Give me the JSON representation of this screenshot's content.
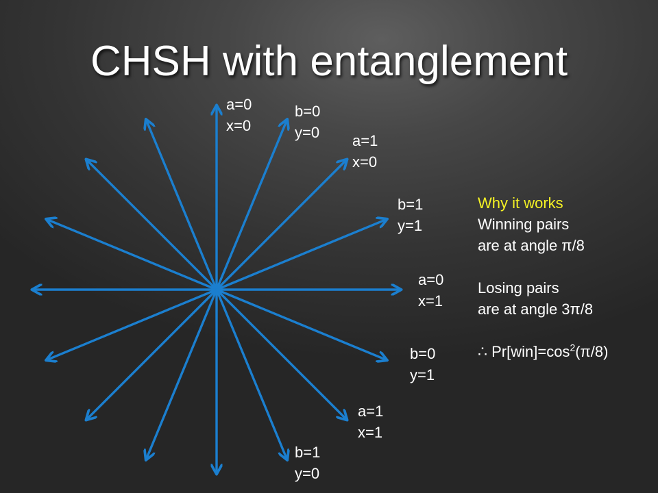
{
  "title": "CHSH with entanglement",
  "colors": {
    "arrow": "#1b7fcf",
    "heading": "#f5f224",
    "text": "#ffffff"
  },
  "diagram": {
    "arrow_angles_deg": [
      0,
      22.5,
      45,
      67.5,
      90,
      112.5,
      135,
      157.5,
      180,
      202.5,
      225,
      247.5,
      270,
      292.5,
      315,
      337.5
    ],
    "labels": [
      {
        "angle_deg": 90,
        "line1": "a=0",
        "line2": "x=0"
      },
      {
        "angle_deg": 67.5,
        "line1": "b=0",
        "line2": "y=0"
      },
      {
        "angle_deg": 45,
        "line1": "a=1",
        "line2": "x=0"
      },
      {
        "angle_deg": 22.5,
        "line1": "b=1",
        "line2": "y=1"
      },
      {
        "angle_deg": 0,
        "line1": "a=0",
        "line2": "x=1"
      },
      {
        "angle_deg": -22.5,
        "line1": "b=0",
        "line2": "y=1"
      },
      {
        "angle_deg": -45,
        "line1": "a=1",
        "line2": "x=1"
      },
      {
        "angle_deg": -67.5,
        "line1": "b=1",
        "line2": "y=0"
      }
    ]
  },
  "explanation": {
    "heading": "Why it works",
    "line1": "Winning pairs",
    "line2": "are at angle π/8",
    "line3": "Losing pairs",
    "line4": "are at angle 3π/8",
    "formula_prefix": "∴ Pr[win]=cos",
    "formula_exp": "2",
    "formula_suffix": "(π/8)"
  }
}
